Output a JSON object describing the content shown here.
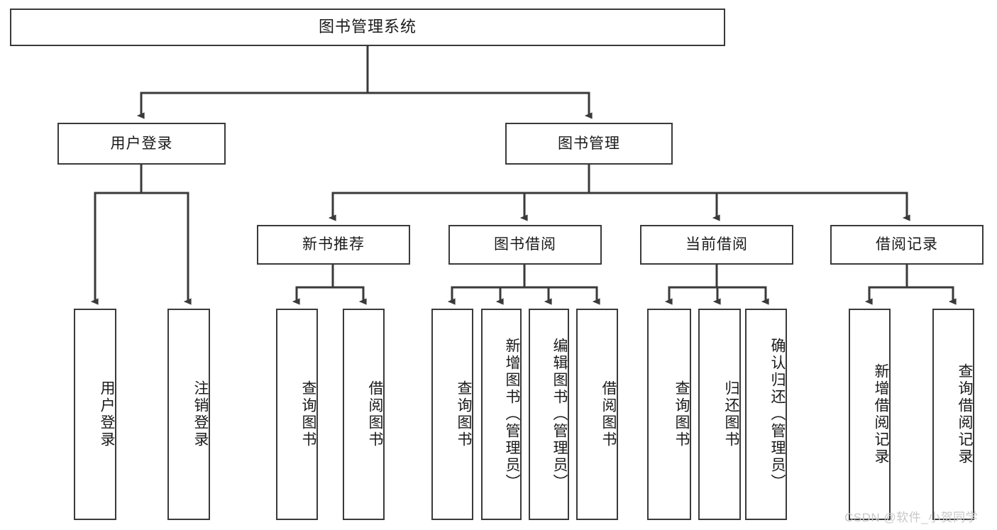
{
  "diagram": {
    "title": "图书管理系统",
    "type": "function-structure-tree",
    "background_color": "#ffffff",
    "box_border_color": "#3a3a3a",
    "connector_color": "#3a3a3a",
    "text_color": "#1a1a1a",
    "watermark": "CSDN @软件_小贺同学",
    "watermark_color": "#c8c8c8"
  },
  "nodes": {
    "root": {
      "label": "图书管理系统",
      "level": 0
    },
    "level1": [
      {
        "id": "user-login",
        "label": "用户登录"
      },
      {
        "id": "book-manage",
        "label": "图书管理"
      }
    ],
    "level2": [
      {
        "id": "new-book-recommend",
        "label": "新书推荐",
        "parent": "book-manage"
      },
      {
        "id": "book-borrow",
        "label": "图书借阅",
        "parent": "book-manage"
      },
      {
        "id": "current-borrow",
        "label": "当前借阅",
        "parent": "book-manage"
      },
      {
        "id": "borrow-record",
        "label": "借阅记录",
        "parent": "book-manage"
      }
    ],
    "leaves": {
      "user-login": [
        {
          "id": "leaf-user-login",
          "label": "用户登录"
        },
        {
          "id": "leaf-logout",
          "label": "注销登录"
        }
      ],
      "new-book-recommend": [
        {
          "id": "leaf-query-book-1",
          "label": "查询图书"
        },
        {
          "id": "leaf-borrow-book-1",
          "label": "借阅图书"
        }
      ],
      "book-borrow": [
        {
          "id": "leaf-query-book-2",
          "label": "查询图书"
        },
        {
          "id": "leaf-add-book",
          "label": "新增图书（管理员）"
        },
        {
          "id": "leaf-edit-book",
          "label": "编辑图书（管理员）"
        },
        {
          "id": "leaf-borrow-book-2",
          "label": "借阅图书"
        }
      ],
      "current-borrow": [
        {
          "id": "leaf-query-book-3",
          "label": "查询图书"
        },
        {
          "id": "leaf-return-book",
          "label": "归还图书"
        },
        {
          "id": "leaf-confirm-return",
          "label": "确认归还（管理员）"
        }
      ],
      "borrow-record": [
        {
          "id": "leaf-add-record",
          "label": "新增借阅记录"
        },
        {
          "id": "leaf-query-record",
          "label": "查询借阅记录"
        }
      ]
    }
  }
}
